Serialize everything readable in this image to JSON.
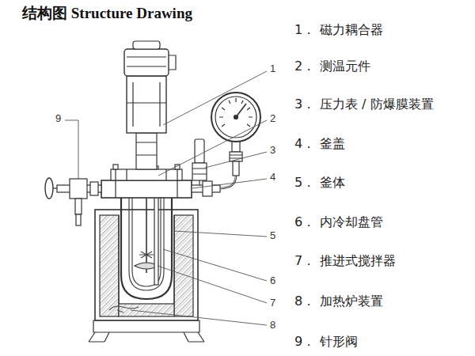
{
  "diagram": {
    "title": "结构图 Structure Drawing",
    "labels": [
      "1",
      "2",
      "3",
      "4",
      "5",
      "6",
      "7",
      "8",
      "9",
      "1．",
      "磁力耦合器",
      "2．",
      "测温元件",
      "3．",
      "压力表 / 防爆膜装置",
      "4．",
      "釜盖",
      "5．",
      "釜体",
      "6．",
      "内冷却盘管",
      "7．",
      "推进式搅拌器",
      "8．",
      "加热炉装置",
      "9．",
      "针形阀"
    ]
  }
}
